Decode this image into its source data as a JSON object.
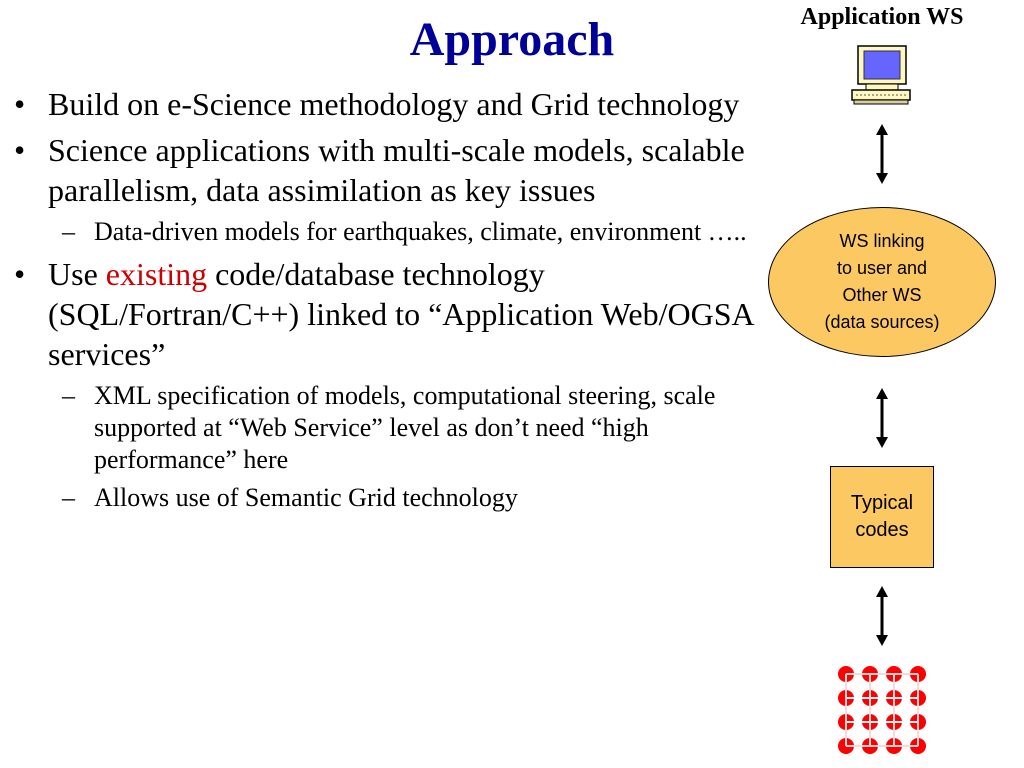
{
  "slide": {
    "title": "Approach",
    "bullets": [
      {
        "level": 1,
        "marker": "•",
        "parts": [
          {
            "text": "Build on e-Science methodology and Grid technology",
            "highlight": false
          }
        ]
      },
      {
        "level": 1,
        "marker": "•",
        "parts": [
          {
            "text": "Science applications with multi-scale models, scalable parallelism, data assimilation as key issues",
            "highlight": false
          }
        ]
      },
      {
        "level": 2,
        "marker": "–",
        "parts": [
          {
            "text": "Data-driven models for earthquakes, climate, environment …..",
            "highlight": false
          }
        ]
      },
      {
        "level": 1,
        "marker": "•",
        "parts": [
          {
            "text": "Use ",
            "highlight": false
          },
          {
            "text": "existing",
            "highlight": true
          },
          {
            "text": " code/database technology (SQL/Fortran/C++) linked to “Application Web/OGSA services”",
            "highlight": false
          }
        ]
      },
      {
        "level": 2,
        "marker": "–",
        "parts": [
          {
            "text": "XML specification of models, computational steering, scale supported at “Web Service” level as don’t need “high performance” here",
            "highlight": false
          }
        ]
      },
      {
        "level": 2,
        "marker": "–",
        "parts": [
          {
            "text": "Allows use of Semantic Grid technology",
            "highlight": false
          }
        ]
      }
    ]
  },
  "diagram": {
    "top_label": "Application WS",
    "ellipse_lines": [
      "WS linking",
      "to user and",
      "Other WS",
      "(data sources)"
    ],
    "box_lines": [
      "Typical",
      "codes"
    ],
    "icons": {
      "top": "computer-icon",
      "bottom": "grid-node-icon"
    },
    "colors": {
      "title": "#000099",
      "highlight": "#cc0000",
      "shape_fill": "#fbc862",
      "grid_nodes": "#ff0000"
    }
  }
}
